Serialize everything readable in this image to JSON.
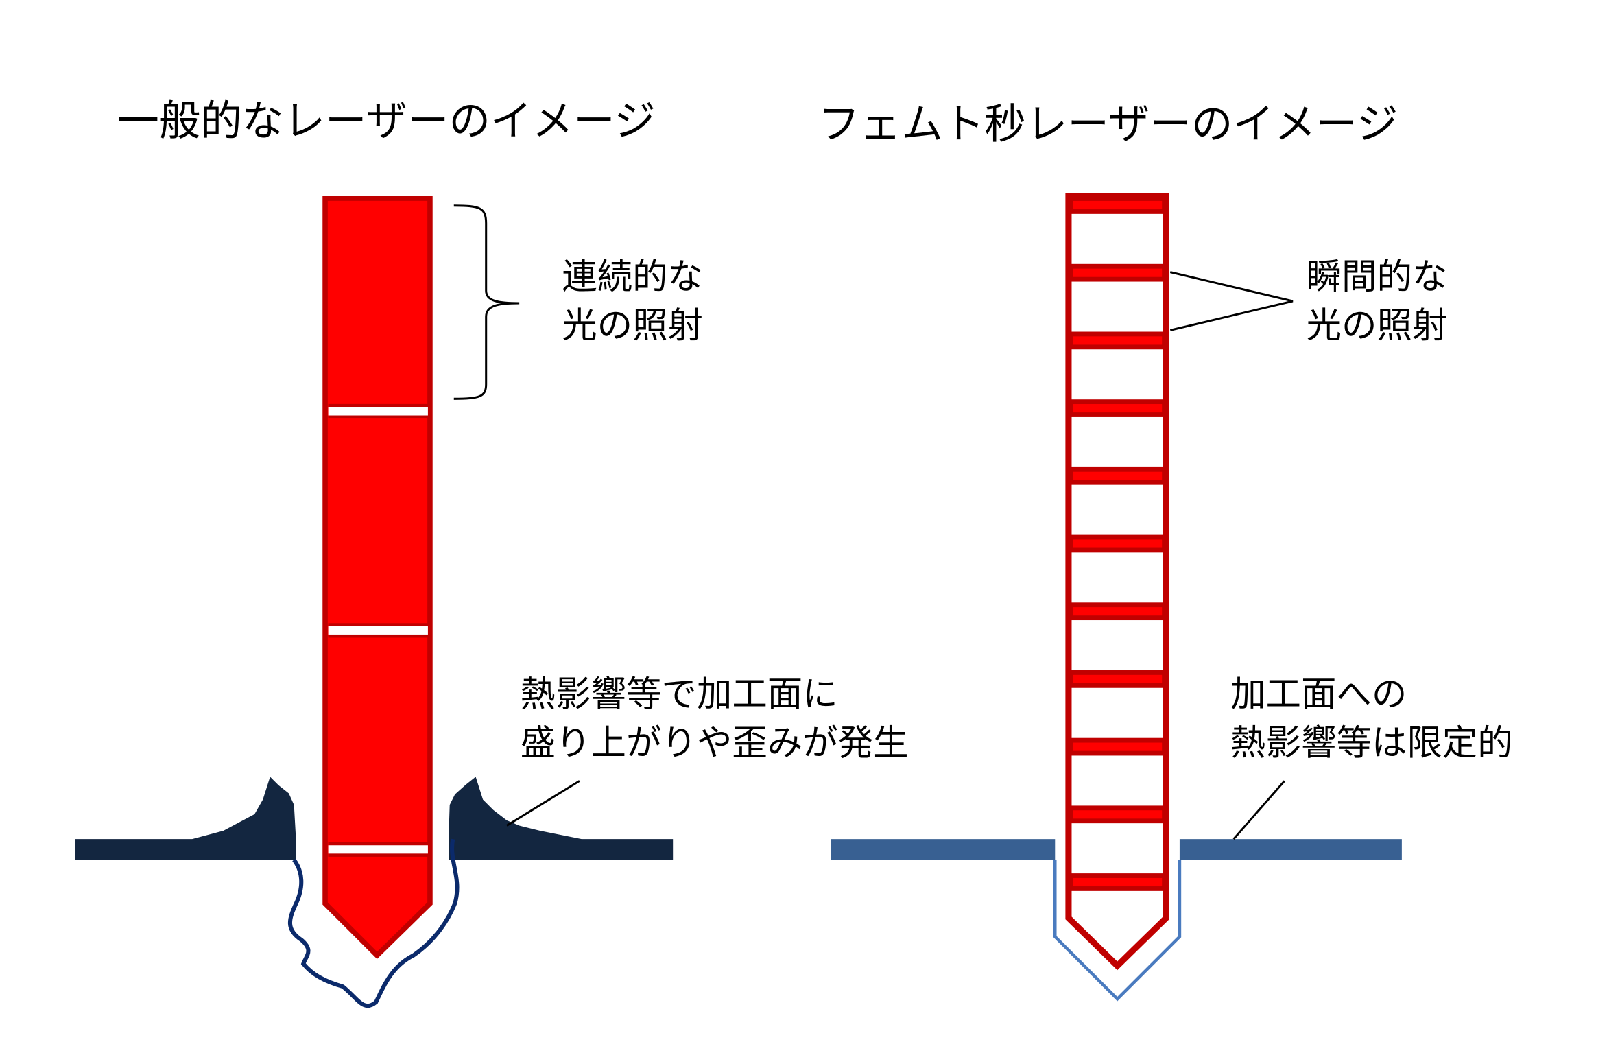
{
  "left_panel": {
    "title": "一般的なレーザーのイメージ",
    "beam_label": [
      "連続的な",
      "光の照射"
    ],
    "surface_label": [
      "熱影響等で加工面に",
      "盛り上がりや歪みが発生"
    ]
  },
  "right_panel": {
    "title": "フェムト秒レーザーのイメージ",
    "beam_label": [
      "瞬間的な",
      "光の照射"
    ],
    "surface_label": [
      "加工面への",
      "熱影響等は限定的"
    ]
  },
  "colors": {
    "laser_red": "#ff0000",
    "laser_dark_red": "#c00000",
    "damaged_surface": "#132640",
    "clean_surface": "#386092",
    "hole_outline": "#4a7bbf",
    "melt_outline": "#0b2a6b"
  }
}
